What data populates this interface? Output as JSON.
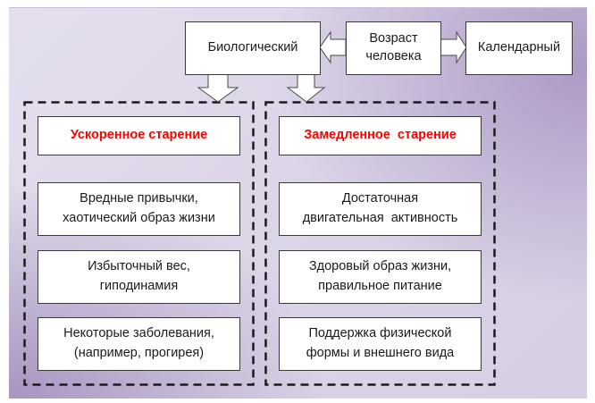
{
  "diagram": {
    "top": {
      "biological": "Биологический",
      "age_line1": "Возраст",
      "age_line2": "человека",
      "calendar": "Календарный"
    },
    "left_group": {
      "title": "Ускоренное старение",
      "title_color": "#ff0000",
      "items": [
        {
          "line1": "Вредные привычки,",
          "line2": "хаотический образ жизни"
        },
        {
          "line1": "Избыточный вес,",
          "line2": "гиподинамия"
        },
        {
          "line1": "Некоторые заболевания,",
          "line2": "(например, прогирея)"
        }
      ]
    },
    "right_group": {
      "title": "Замедленное  старение",
      "title_color": "#ff0000",
      "items": [
        {
          "line1": "Достаточная",
          "line2": "двигательная  активность"
        },
        {
          "line1": "Здоровый образ жизни,",
          "line2": "правильное питание"
        },
        {
          "line1": "Поддержка физической",
          "line2": "формы и внешнего вида"
        }
      ]
    },
    "arrows": [
      {
        "from": "Возраст человека",
        "to": "Биологический",
        "icon": "block-arrow-left-icon"
      },
      {
        "from": "Возраст человека",
        "to": "Календарный",
        "icon": "block-arrow-right-icon"
      },
      {
        "from": "Биологический",
        "to": "Ускоренное старение",
        "icon": "block-arrow-down-icon"
      },
      {
        "from": "Биологический",
        "to": "Замедленное старение",
        "icon": "block-arrow-down-icon"
      }
    ]
  }
}
